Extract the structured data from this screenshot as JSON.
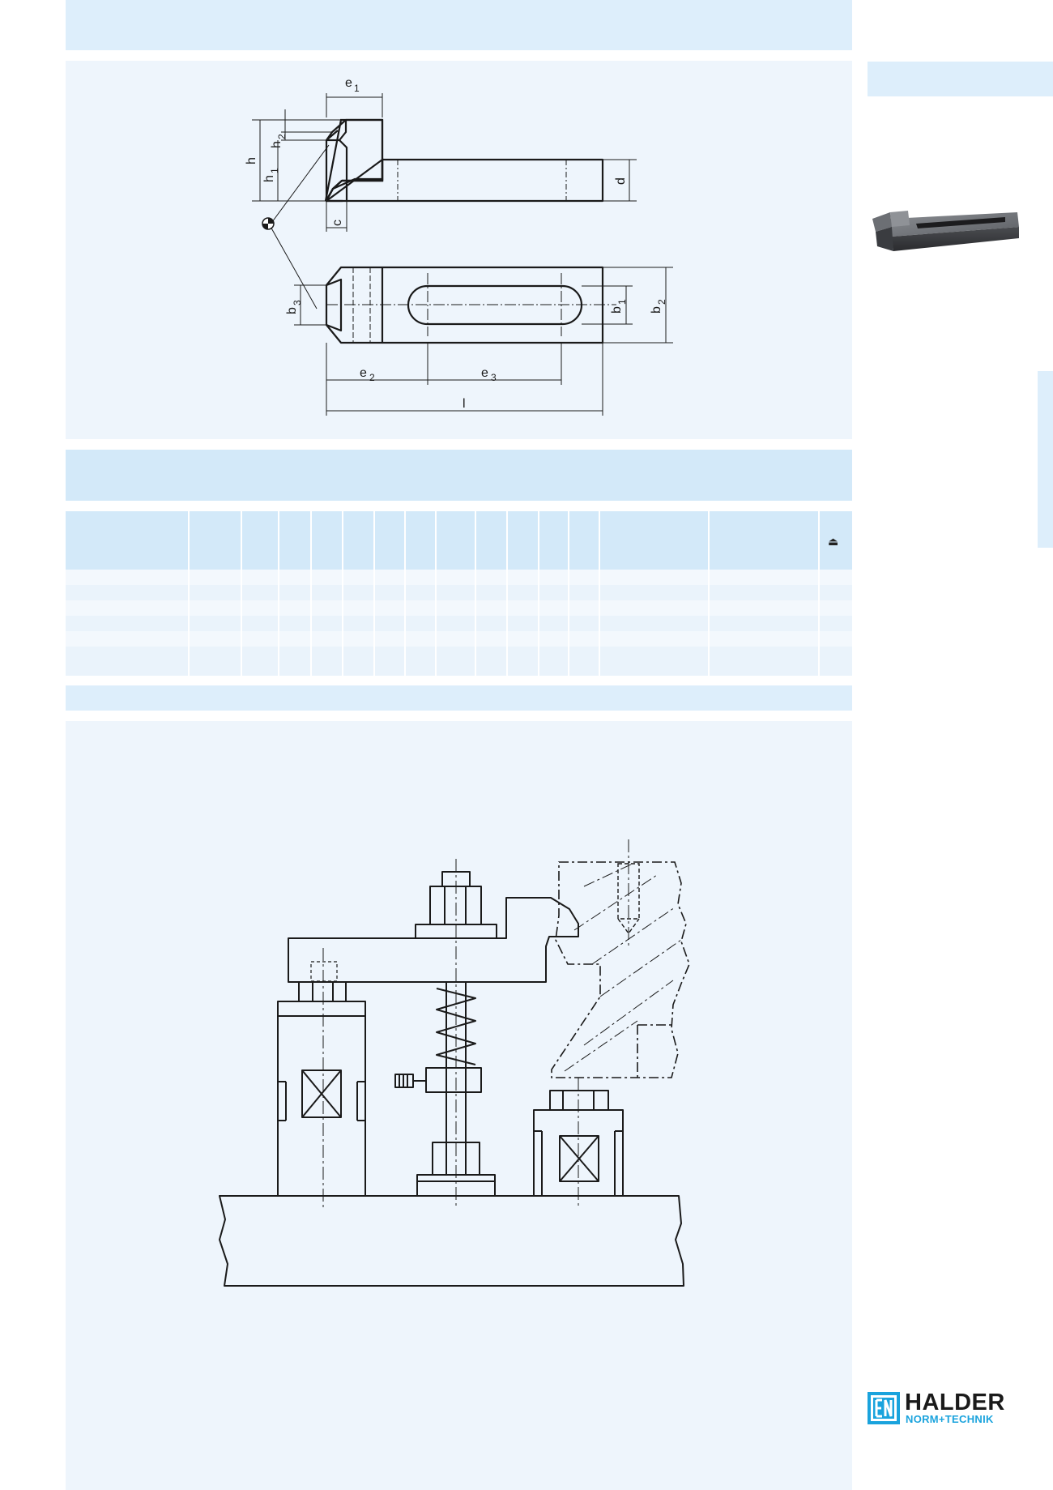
{
  "drawing_labels": {
    "e1": "e",
    "e1_sub": "1",
    "h": "h",
    "h2": "h",
    "h2_sub": "2",
    "h1": "h",
    "h1_sub": "1",
    "c": "c",
    "d": "d",
    "b3": "b",
    "b3_sub": "3",
    "b1": "b",
    "b1_sub": "1",
    "b2": "b",
    "b2_sub": "2",
    "e2": "e",
    "e2_sub": "2",
    "e3": "e",
    "e3_sub": "3",
    "l": "l"
  },
  "table": {
    "weight_icon": "⏏",
    "row_count": 6
  },
  "logo": {
    "name": "HALDER",
    "subtitle": "NORM+TECHNIK",
    "brand_color": "#1aa3dd"
  },
  "colors": {
    "band": "#ddeefb",
    "panel": "#eef5fc",
    "line": "#1a1a1a"
  }
}
